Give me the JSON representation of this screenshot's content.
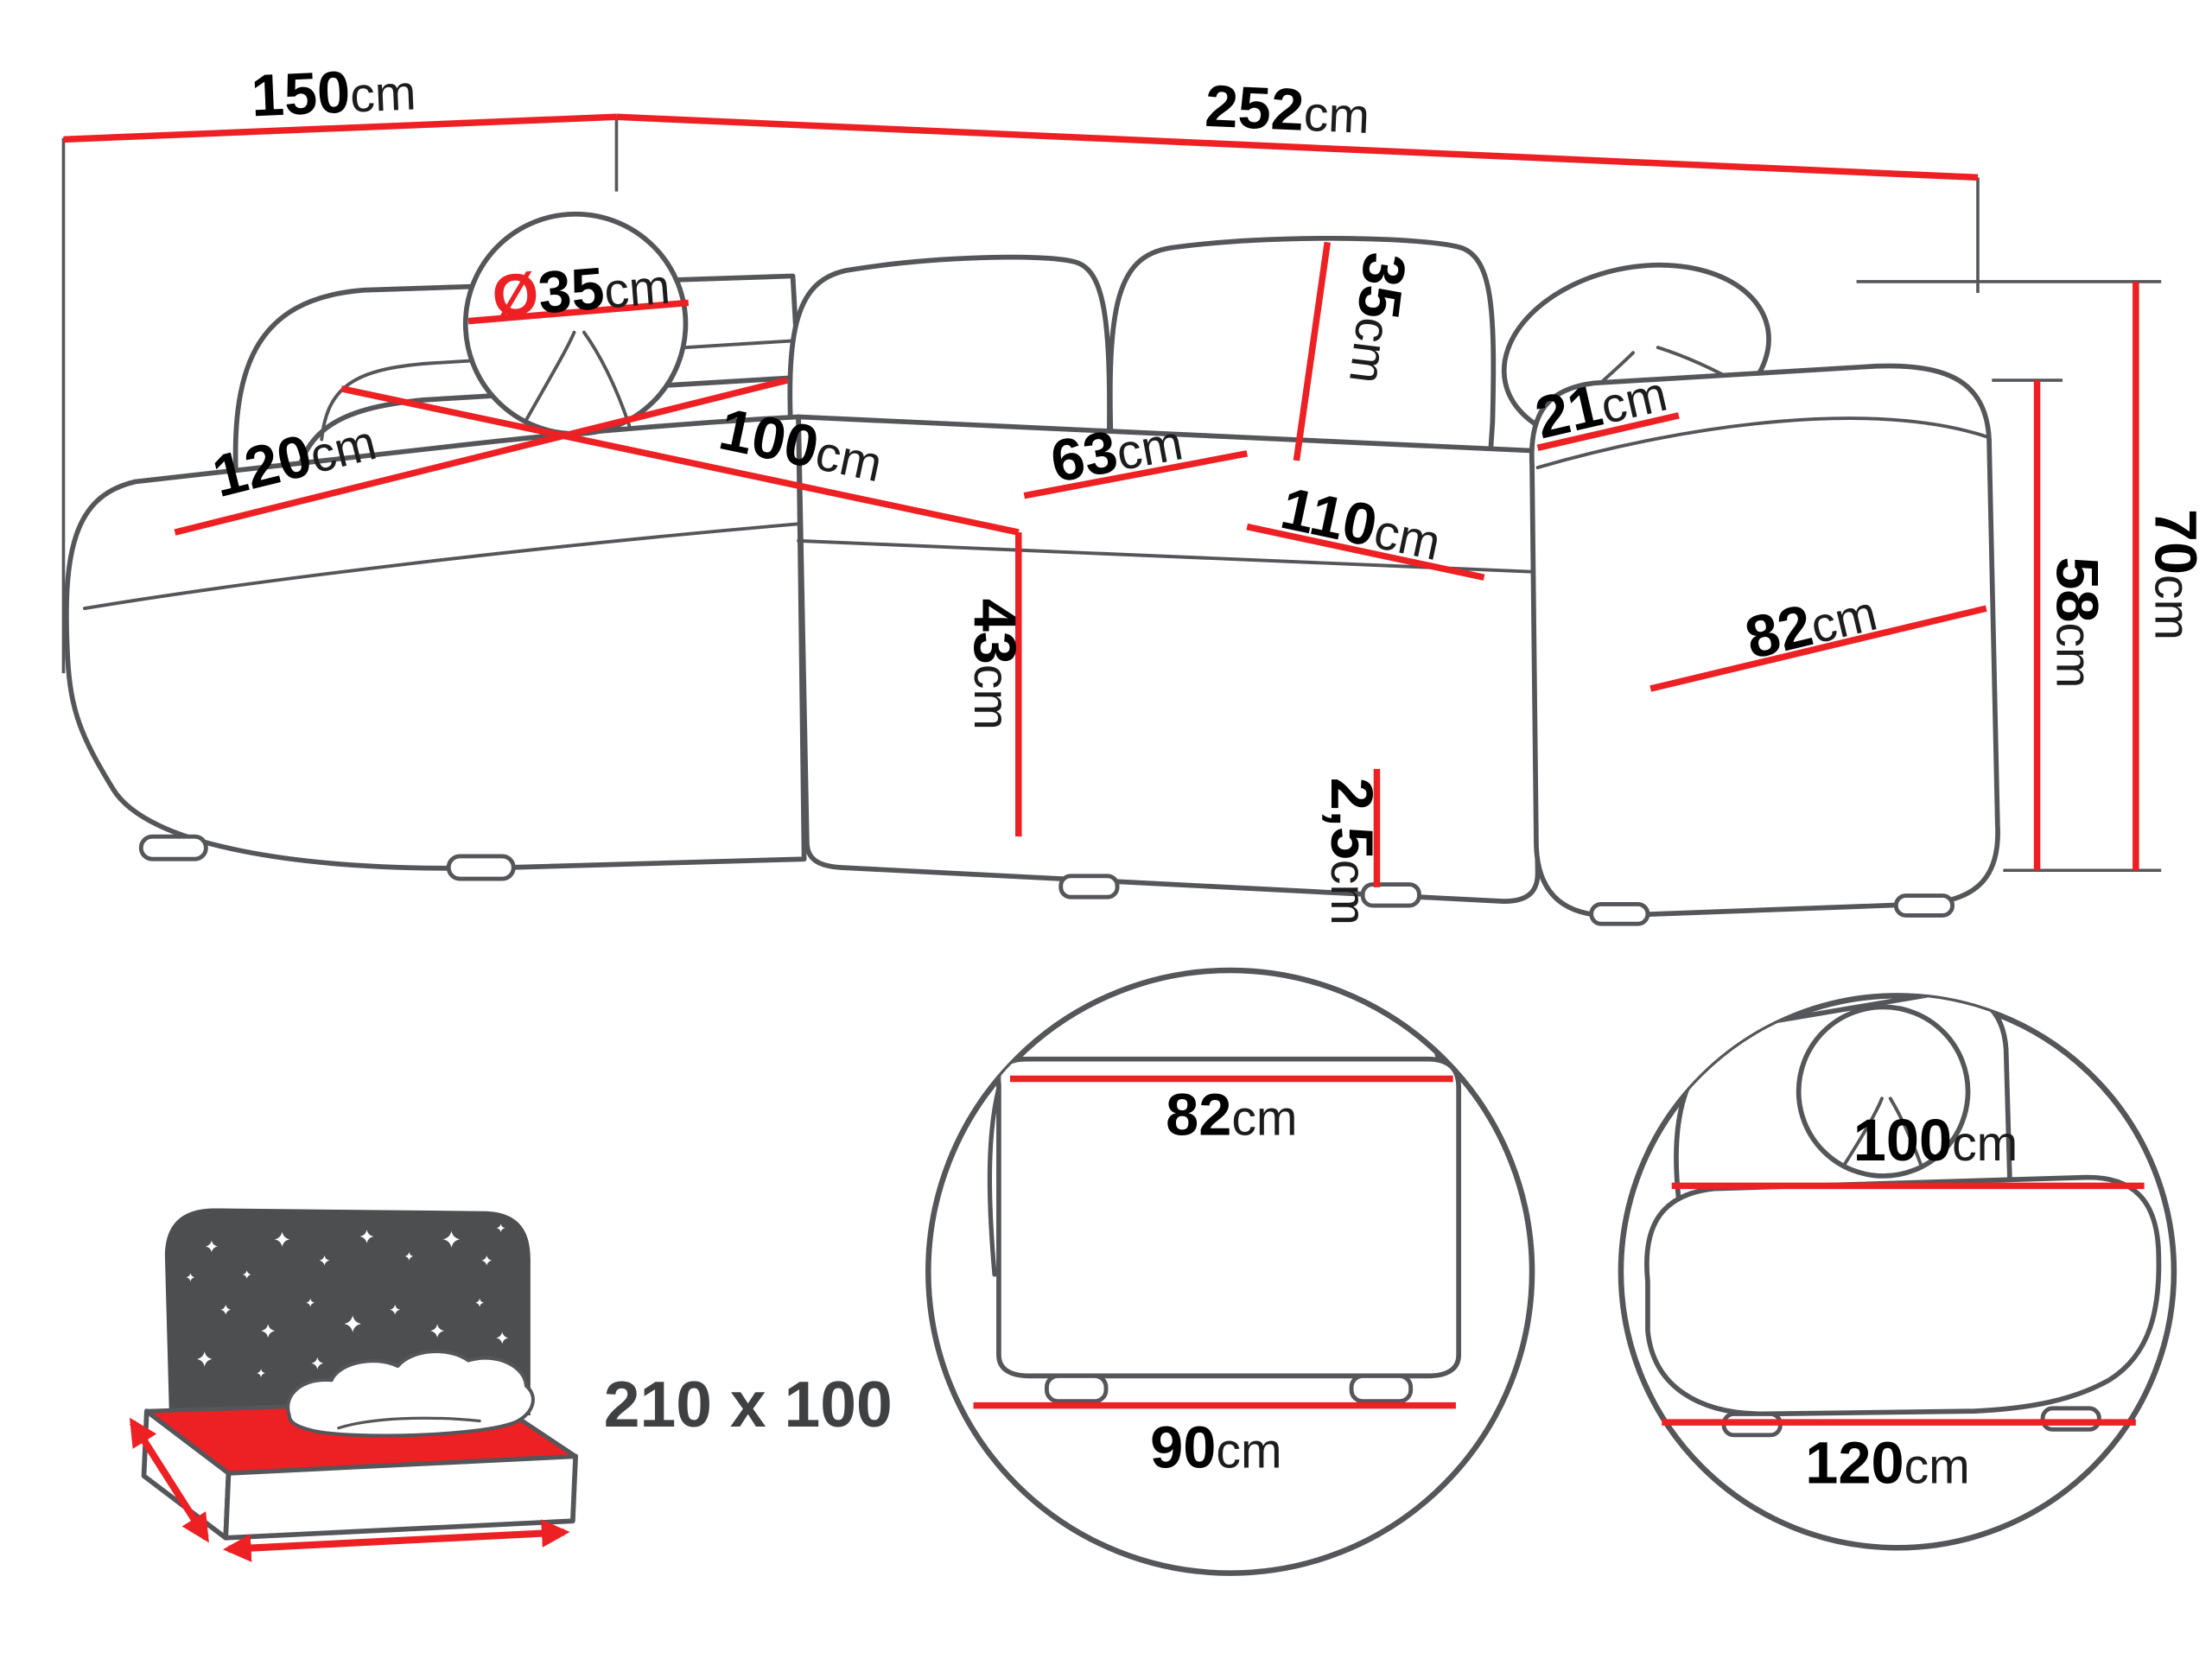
{
  "dims": {
    "total_depth": {
      "num": "150",
      "unit": "cm"
    },
    "total_width": {
      "num": "252",
      "unit": "cm"
    },
    "pillow_diameter": {
      "prefix": "Ø",
      "num": "35",
      "unit": "cm"
    },
    "backrest_height": {
      "num": "35",
      "unit": "cm"
    },
    "armrest_top_width": {
      "num": "21",
      "unit": "cm"
    },
    "chaise_width": {
      "num": "120",
      "unit": "cm"
    },
    "chaise_depth": {
      "num": "100",
      "unit": "cm"
    },
    "seat_depth": {
      "num": "63",
      "unit": "cm"
    },
    "seat_width": {
      "num": "110",
      "unit": "cm"
    },
    "armrest_length": {
      "num": "82",
      "unit": "cm"
    },
    "seat_height": {
      "num": "43",
      "unit": "cm"
    },
    "leg_height": {
      "num": "2,5",
      "unit": "cm"
    },
    "total_height": {
      "num": "70",
      "unit": "cm"
    },
    "armrest_height": {
      "num": "58",
      "unit": "cm"
    }
  },
  "sleeping_area": {
    "label": "210 x 100"
  },
  "detail_armrest": {
    "width_top": {
      "num": "82",
      "unit": "cm"
    },
    "width_bottom": {
      "num": "90",
      "unit": "cm"
    }
  },
  "detail_chaise": {
    "depth_top": {
      "num": "100",
      "unit": "cm"
    },
    "depth_bottom": {
      "num": "120",
      "unit": "cm"
    }
  },
  "colors": {
    "outline": "#55565a",
    "dimension_line": "#ed2024",
    "label_text": "#000000",
    "headboard": "#4d4e50",
    "mattress_top": "#ed2024"
  }
}
